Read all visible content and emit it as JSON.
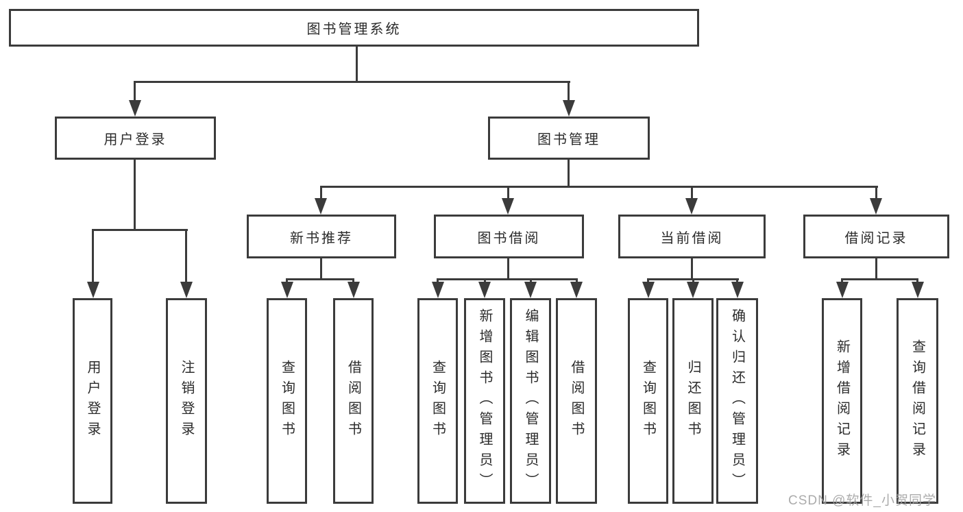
{
  "tree": {
    "label": "图书管理系统",
    "children": [
      {
        "label": "用户登录",
        "children": [
          {
            "label": "用户登录"
          },
          {
            "label": "注销登录"
          }
        ]
      },
      {
        "label": "图书管理",
        "children": [
          {
            "label": "新书推荐",
            "children": [
              {
                "label": "查询图书"
              },
              {
                "label": "借阅图书"
              }
            ]
          },
          {
            "label": "图书借阅",
            "children": [
              {
                "label": "查询图书"
              },
              {
                "label": "新增图书（管理员）"
              },
              {
                "label": "编辑图书（管理员）"
              },
              {
                "label": "借阅图书"
              }
            ]
          },
          {
            "label": "当前借阅",
            "children": [
              {
                "label": "查询图书"
              },
              {
                "label": "归还图书"
              },
              {
                "label": "确认归还（管理员）"
              }
            ]
          },
          {
            "label": "借阅记录",
            "children": [
              {
                "label": "新增借阅记录"
              },
              {
                "label": "查询借阅记录"
              }
            ]
          }
        ]
      }
    ]
  },
  "watermark": {
    "text": "CSDN @软件_小贺同学"
  },
  "colors": {
    "line": "#3b3b3b",
    "text": "#2b2b2b",
    "background": "#ffffff",
    "watermark": "#a3a3a3"
  }
}
